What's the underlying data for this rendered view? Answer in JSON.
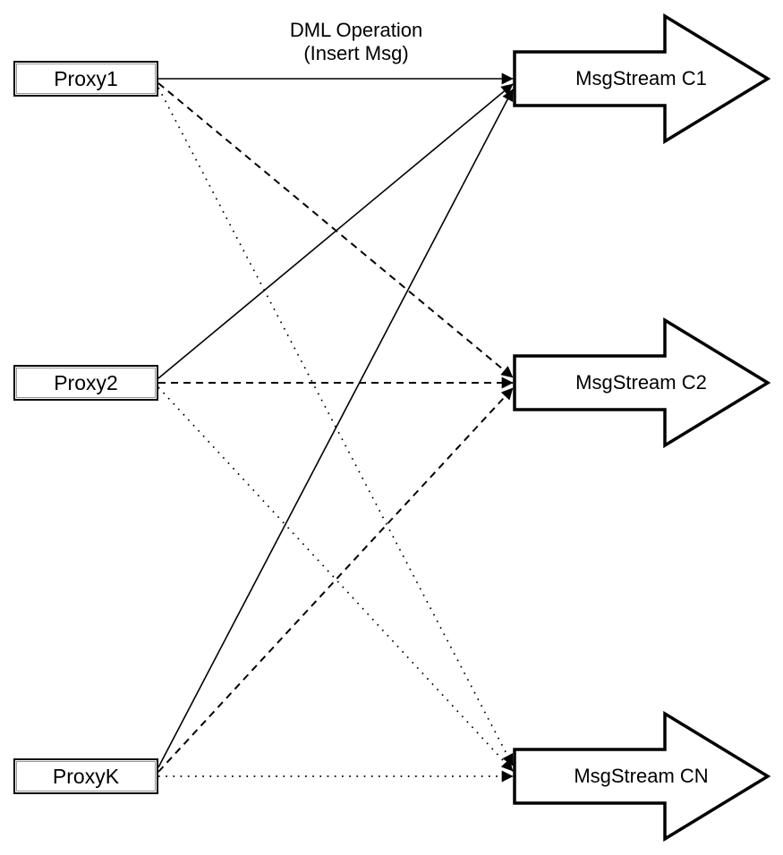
{
  "title": {
    "line1": "DML Operation",
    "line2": "(Insert Msg)"
  },
  "proxies": [
    {
      "label": "Proxy1"
    },
    {
      "label": "Proxy2"
    },
    {
      "label": "ProxyK"
    }
  ],
  "streams": [
    {
      "label": "MsgStream C1"
    },
    {
      "label": "MsgStream C2"
    },
    {
      "label": "MsgStream CN"
    }
  ],
  "connections": [
    {
      "from": "Proxy1",
      "to": "MsgStream C1",
      "style": "solid"
    },
    {
      "from": "Proxy1",
      "to": "MsgStream C2",
      "style": "dashed"
    },
    {
      "from": "Proxy1",
      "to": "MsgStream CN",
      "style": "dotted"
    },
    {
      "from": "Proxy2",
      "to": "MsgStream C1",
      "style": "solid"
    },
    {
      "from": "Proxy2",
      "to": "MsgStream C2",
      "style": "dashed"
    },
    {
      "from": "Proxy2",
      "to": "MsgStream CN",
      "style": "dotted"
    },
    {
      "from": "ProxyK",
      "to": "MsgStream C1",
      "style": "solid"
    },
    {
      "from": "ProxyK",
      "to": "MsgStream C2",
      "style": "dashed"
    },
    {
      "from": "ProxyK",
      "to": "MsgStream CN",
      "style": "dotted"
    }
  ],
  "colors": {
    "stroke": "#000000",
    "shape_fill": "#ffffff",
    "background": "#ffffff"
  }
}
